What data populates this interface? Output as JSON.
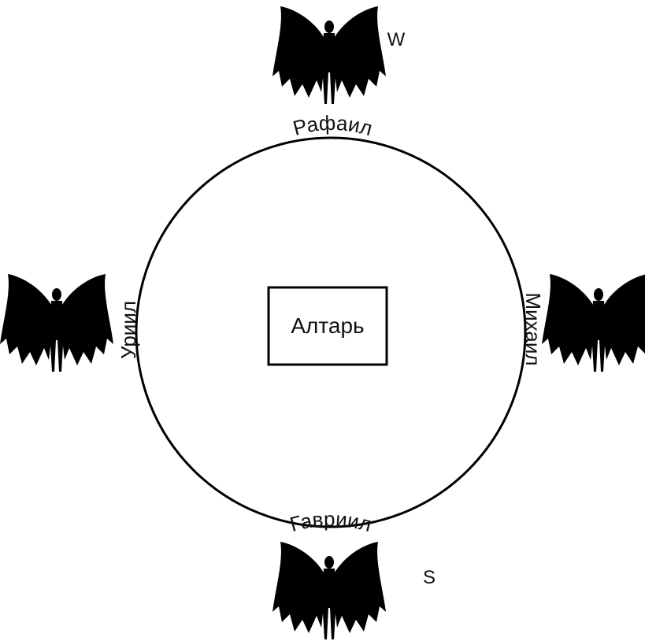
{
  "diagram": {
    "circle": {
      "stroke": "#000000"
    },
    "altar": {
      "label": "Алтарь",
      "stroke": "#000000"
    },
    "angels": {
      "top": {
        "name": "Рафаил",
        "icon": "angel-silhouette-icon"
      },
      "right": {
        "name": "Михаил",
        "icon": "angel-silhouette-icon"
      },
      "bottom": {
        "name": "Гавриил",
        "icon": "angel-silhouette-icon"
      },
      "left": {
        "name": "Уриил",
        "icon": "angel-silhouette-icon"
      }
    },
    "directions": {
      "top": "W",
      "bottom": "S"
    },
    "colors": {
      "ink": "#000000",
      "background": "#ffffff"
    }
  }
}
